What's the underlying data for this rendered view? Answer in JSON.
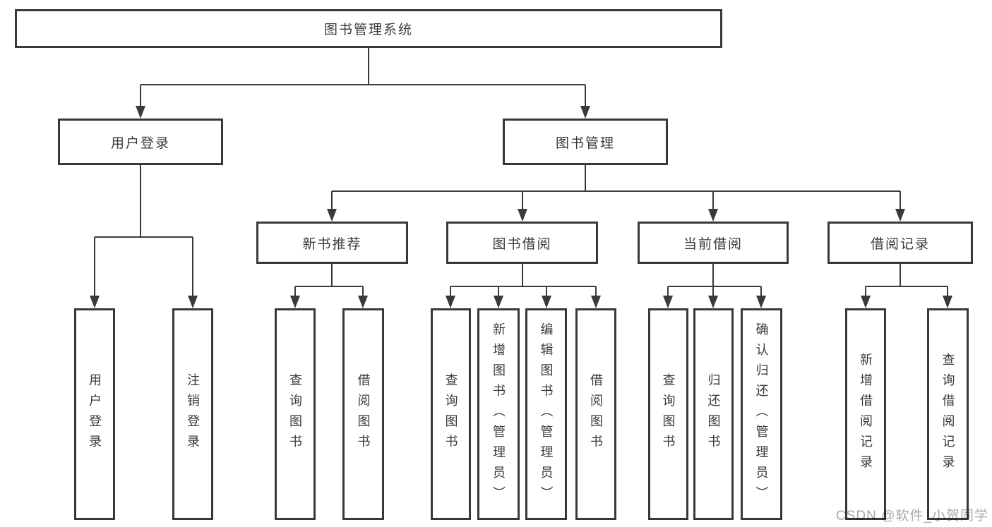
{
  "diagram": {
    "root": {
      "label": "图书管理系统"
    },
    "level2": {
      "user_login": "用户登录",
      "book_management": "图书管理"
    },
    "level3": {
      "new_book_recommend": "新书推荐",
      "book_borrow": "图书借阅",
      "current_borrow": "当前借阅",
      "borrow_records": "借阅记录"
    },
    "leaves": {
      "user_login": [
        "用户登录",
        "注销登录"
      ],
      "new_book_recommend": [
        "查询图书",
        "借阅图书"
      ],
      "book_borrow": [
        "查询图书",
        "新增图书（管理员）",
        "编辑图书（管理员）",
        "借阅图书"
      ],
      "current_borrow": [
        "查询图书",
        "归还图书",
        "确认归还（管理员）"
      ],
      "borrow_records": [
        "新增借阅记录",
        "查询借阅记录"
      ]
    }
  },
  "watermark": {
    "text": "CSDN @软件_小贺同学"
  },
  "colors": {
    "line": "#3a3a3a",
    "border": "#383838",
    "text": "#3a3a3a",
    "watermark": "#a9a9a9",
    "background": "#ffffff"
  }
}
